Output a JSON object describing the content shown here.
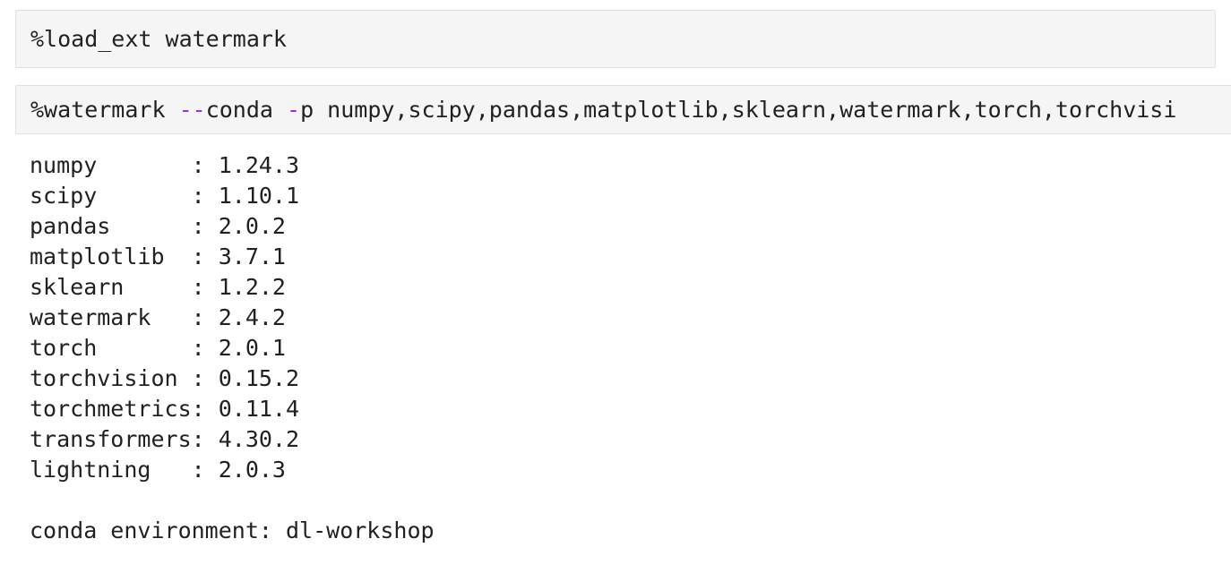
{
  "cells": {
    "cell1": {
      "source": "%load_ext watermark"
    },
    "cell2": {
      "segments": [
        {
          "text": "%watermark ",
          "token": "text"
        },
        {
          "text": "--",
          "token": "operator-flag"
        },
        {
          "text": "conda ",
          "token": "text"
        },
        {
          "text": "-",
          "token": "operator-flag"
        },
        {
          "text": "p numpy,scipy,pandas,matplotlib,sklearn,watermark,torch,torchvisi",
          "token": "text"
        }
      ]
    }
  },
  "output": {
    "separator": ": ",
    "packages": [
      {
        "name": "numpy",
        "version": "1.24.3"
      },
      {
        "name": "scipy",
        "version": "1.10.1"
      },
      {
        "name": "pandas",
        "version": "2.0.2"
      },
      {
        "name": "matplotlib",
        "version": "3.7.1"
      },
      {
        "name": "sklearn",
        "version": "1.2.2"
      },
      {
        "name": "watermark",
        "version": "2.4.2"
      },
      {
        "name": "torch",
        "version": "2.0.1"
      },
      {
        "name": "torchvision",
        "version": "0.15.2"
      },
      {
        "name": "torchmetrics",
        "version": "0.11.4"
      },
      {
        "name": "transformers",
        "version": "4.30.2"
      },
      {
        "name": "lightning",
        "version": "2.0.3"
      }
    ],
    "conda_label": "conda environment",
    "conda_environment": "dl-workshop"
  },
  "colors": {
    "cell_background": "#f5f5f5",
    "cell_border": "#e0e0e0",
    "code_text": "#212121",
    "operator_flag": "#AA22FF"
  }
}
